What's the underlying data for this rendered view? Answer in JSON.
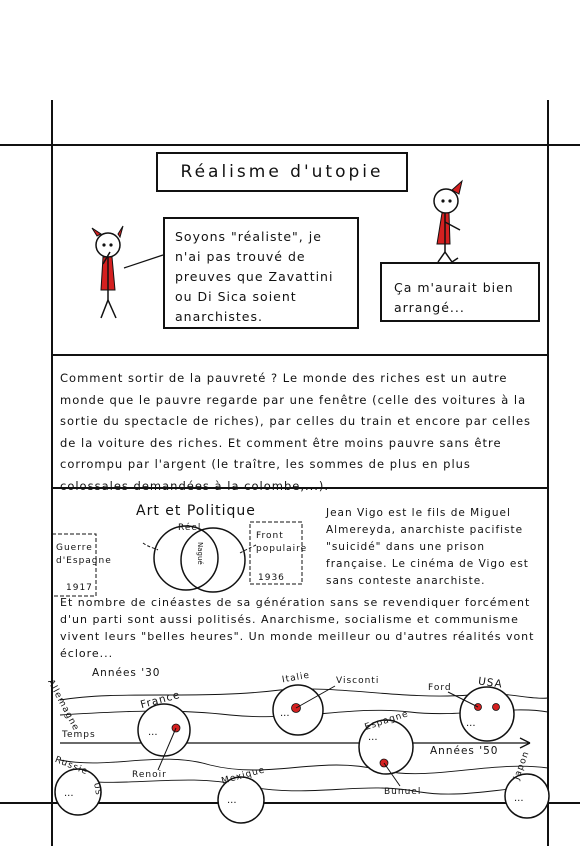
{
  "panel1": {
    "title": "Réalisme d'utopie",
    "speech_left": "Soyons \"réaliste\", je n'ai pas trouvé de preuves que Zavattini ou Di Sica soient anarchistes.",
    "speech_right": "Ça m'aurait bien arrangé..."
  },
  "panel2": {
    "text": "Comment sortir de la pauvreté ? Le monde des riches est un autre monde que le pauvre regarde par une fenêtre (celle des voitures à la sortie du spectacle de riches), par celles du train et encore par celles de la voiture des riches. Et comment être moins pauvre sans être corrompu par l'argent (le traître, les sommes de plus en plus colossales demandées à la colombe,...)."
  },
  "panel3": {
    "art_title": "Art et Politique",
    "venn": {
      "left_label": "Guerre d'Espagne",
      "left_year": "1917",
      "right_label": "Front populaire",
      "right_year": "1936",
      "top_label": "Réel",
      "middle_label": "Nagué"
    },
    "vigo_text": "Jean Vigo est le fils de Miguel Almereyda, anarchiste pacifiste \"suicidé\" dans une prison française. Le cinéma de Vigo est sans conteste anarchiste.",
    "paragraph": "Et nombre de cinéastes de sa génération sans se revendiquer forcément d'un parti sont aussi politisés. Anarchisme, socialisme et communisme vivent leurs \"belles heures\". Un monde meilleur ou d'autres réalités vont éclore...",
    "timeline": {
      "start_label": "Années '30",
      "end_label": "Années '50",
      "axis_label": "Temps",
      "countries": {
        "allemagne": "Allemagne",
        "russie": "Russie",
        "us": "US",
        "france": "France",
        "italie": "Italie",
        "espagne": "Espagne",
        "usa": "USA",
        "mexique": "Mexique",
        "japon": "Japon"
      },
      "directors": {
        "renoir": "Renoir",
        "visconti": "Visconti",
        "ford": "Ford",
        "bunuel": "Bunuel"
      }
    }
  },
  "colors": {
    "ink": "#111111",
    "accent_red": "#d42020",
    "paper": "#ffffff"
  }
}
